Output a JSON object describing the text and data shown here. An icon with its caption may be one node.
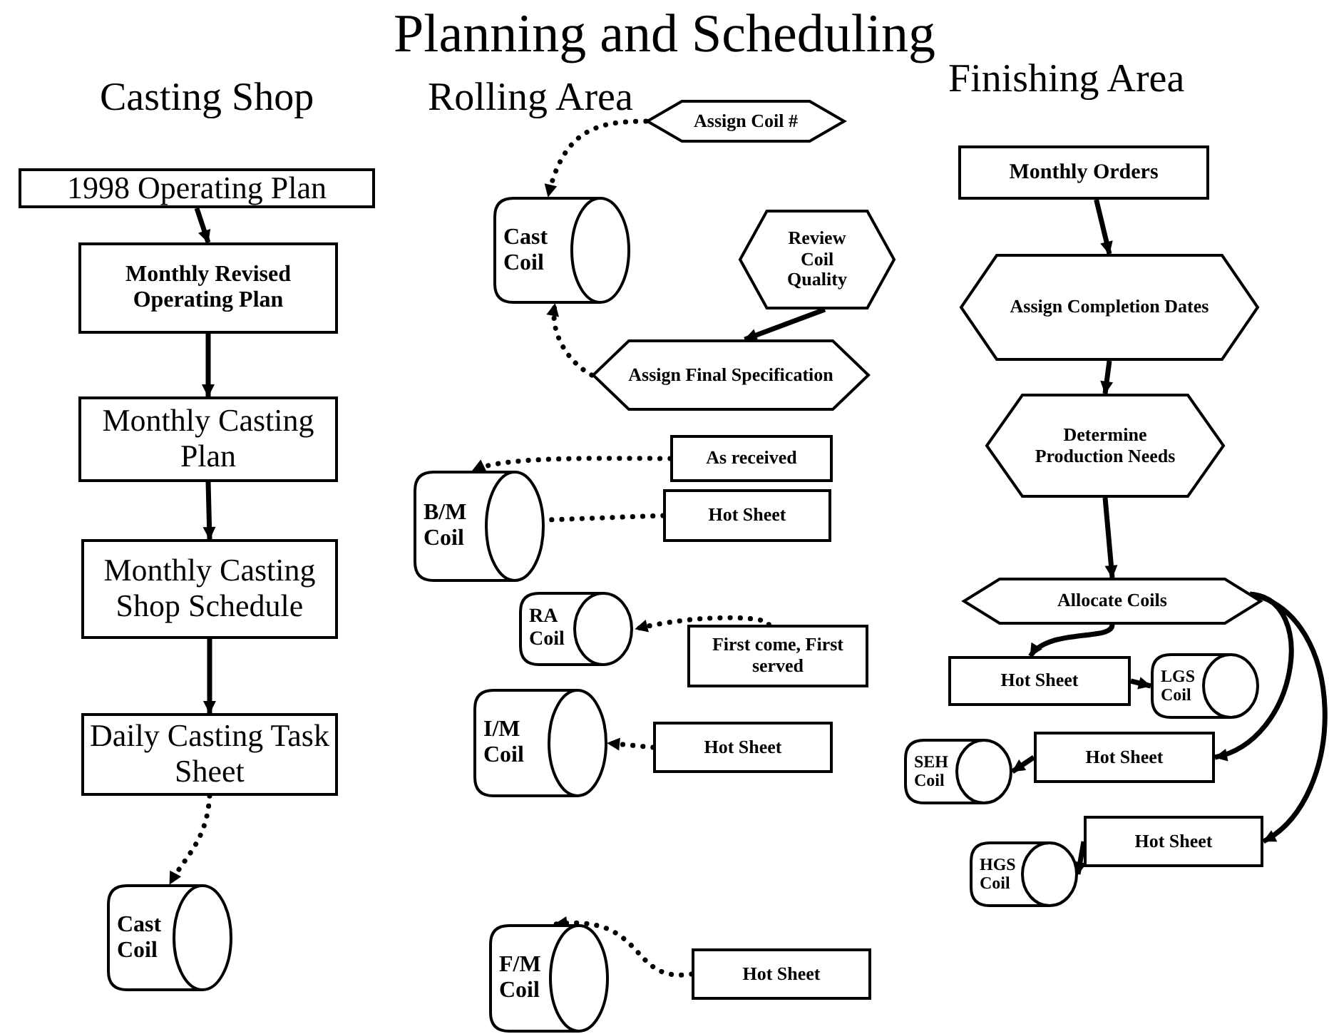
{
  "diagram": {
    "title": "Planning and Scheduling",
    "nodes": [
      {
        "text": [
          "1998 Operating Plan"
        ]
      },
      {
        "text": [
          "Monthly Revised Operating Plan"
        ]
      },
      {
        "text": [
          "Monthly Casting Plan"
        ]
      },
      {
        "text": [
          "Monthly Casting Shop Schedule"
        ]
      },
      {
        "text": [
          "Daily Casting Task Sheet"
        ]
      },
      {
        "text": [
          "Cast Coil"
        ]
      },
      {
        "text": [
          "Assign Coil #"
        ]
      },
      {
        "text": [
          "Cast Coil"
        ]
      },
      {
        "text": [
          "Review Coil Quality"
        ]
      },
      {
        "text": [
          "Assign Final Specification"
        ]
      },
      {
        "text": [
          "As received"
        ]
      },
      {
        "text": [
          "B/M Coil"
        ]
      },
      {
        "text": [
          "Hot Sheet"
        ]
      },
      {
        "text": [
          "RA Coil"
        ]
      },
      {
        "text": [
          "First come, First served"
        ]
      },
      {
        "text": [
          "I/M Coil"
        ]
      },
      {
        "text": [
          "Hot Sheet"
        ]
      },
      {
        "text": [
          "F/M Coil"
        ]
      },
      {
        "text": [
          "Hot Sheet"
        ]
      },
      {
        "text": [
          "Monthly Orders"
        ]
      },
      {
        "text": [
          "Assign Completion Dates"
        ]
      },
      {
        "text": [
          "Determine Production Needs"
        ]
      },
      {
        "text": [
          "Allocate Coils"
        ]
      },
      {
        "text": [
          "Hot Sheet"
        ]
      },
      {
        "text": [
          "LGS Coil"
        ]
      },
      {
        "text": [
          "Hot Sheet"
        ]
      },
      {
        "text": [
          "SEH Coil"
        ]
      },
      {
        "text": [
          "Hot Sheet"
        ]
      },
      {
        "text": [
          "HGS Coil"
        ]
      }
    ],
    "edges": [
      {
        "from": 0,
        "to": 1,
        "arrow": "to"
      },
      {
        "from": 1,
        "to": 2,
        "arrow": "to"
      },
      {
        "from": 2,
        "to": 3,
        "arrow": "to"
      },
      {
        "from": 3,
        "to": 4,
        "arrow": "to"
      },
      {
        "from": 4,
        "to": 5,
        "arrow": "to",
        "style": "dashed"
      },
      {
        "from": 6,
        "to": 7,
        "arrow": "to",
        "style": "dashed"
      },
      {
        "from": 8,
        "to": 9,
        "arrow": "to"
      },
      {
        "from": 9,
        "to": 7,
        "arrow": "to",
        "style": "dashed"
      },
      {
        "from": 10,
        "to": 11,
        "arrow": "to",
        "style": "dashed"
      },
      {
        "from": 12,
        "to": 11,
        "arrow": "to",
        "style": "dashed"
      },
      {
        "from": 14,
        "to": 13,
        "arrow": "to",
        "style": "dashed"
      },
      {
        "from": 16,
        "to": 15,
        "arrow": "to",
        "style": "dashed"
      },
      {
        "from": 18,
        "to": 17,
        "arrow": "to",
        "style": "dashed"
      },
      {
        "from": 19,
        "to": 20,
        "arrow": "to"
      },
      {
        "from": 20,
        "to": 21,
        "arrow": "to"
      },
      {
        "from": 21,
        "to": 22,
        "arrow": "to"
      },
      {
        "from": 22,
        "to": 23,
        "arrow": "to"
      },
      {
        "from": 23,
        "to": 24,
        "arrow": "to"
      },
      {
        "from": 22,
        "to": 25,
        "arrow": "to"
      },
      {
        "from": 22,
        "to": 27,
        "arrow": "to"
      },
      {
        "from": 25,
        "to": 26,
        "arrow": "to"
      },
      {
        "from": 27,
        "to": 28,
        "arrow": "to"
      }
    ],
    "labels": [
      "Casting Shop",
      "Rolling Area",
      "Finishing Area"
    ]
  }
}
